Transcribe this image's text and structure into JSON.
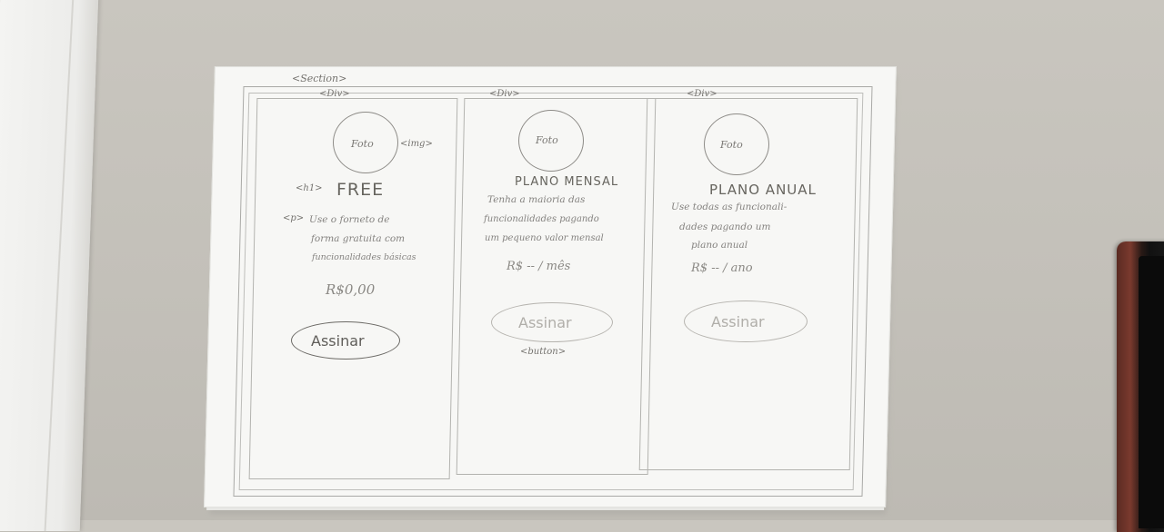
{
  "sketch": {
    "section_tag": "<Section>",
    "columns": [
      {
        "div_tag": "<Div>",
        "photo": "Foto",
        "img_tag": "<img>",
        "title_tag": "<h1>",
        "title": "FREE",
        "p_tag": "<p>",
        "description": [
          "Use o forneto de",
          "forma gratuita com",
          "funcionalidades básicas"
        ],
        "price": "R$0,00",
        "button": "Assinar",
        "button_tag": ""
      },
      {
        "div_tag": "<Div>",
        "photo": "Foto",
        "img_tag": "",
        "title_tag": "",
        "title": "PLANO MENSAL",
        "p_tag": "",
        "description": [
          "Tenha a maioria das",
          "funcionalidades pagando",
          "um pequeno valor mensal"
        ],
        "price": "R$ -- / mês",
        "button": "Assinar",
        "button_tag": "<button>"
      },
      {
        "div_tag": "<Div>",
        "photo": "Foto",
        "img_tag": "",
        "title_tag": "",
        "title": "PLANO ANUAL",
        "p_tag": "",
        "description": [
          "Use todas as funcionali-",
          "dades pagando um",
          "plano anual"
        ],
        "price": "R$ -- / ano",
        "button": "Assinar",
        "button_tag": ""
      }
    ]
  },
  "colors": {
    "pencil": "#6e6c68",
    "paper": "#f7f7f5",
    "wall": "#c6c3bc"
  }
}
